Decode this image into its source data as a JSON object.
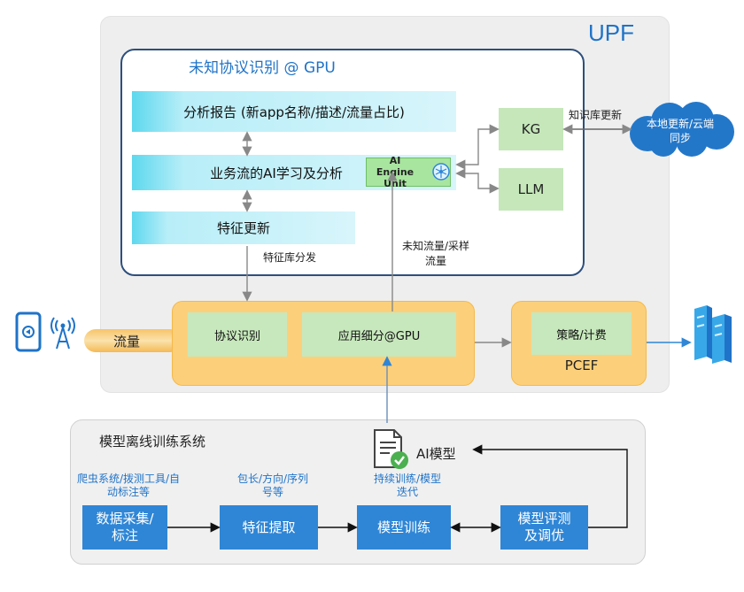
{
  "upf": {
    "title": "UPF",
    "gpu_title": "未知协议识别 @ GPU",
    "report_bar": "分析报告 (新app名称/描述/流量占比)",
    "learn_bar": "业务流的AI学习及分析",
    "feature_bar": "特征更新",
    "ai_engine": "AI Engine Unit",
    "kg": "KG",
    "llm": "LLM",
    "kb_update": "知识库更新",
    "cloud": "本地更新/云端同步",
    "feature_dist": "特征库分发",
    "unknown_traffic": "未知流量/采样流量"
  },
  "dataplane": {
    "flow": "流量",
    "protocol_id": "协议识别",
    "app_subdivision": "应用细分@GPU",
    "policy": "策略/计费",
    "pcef": "PCEF"
  },
  "training": {
    "title": "模型离线训练系统",
    "ai_model": "AI模型",
    "collect_note": "爬虫系统/拨测工具/自动标注等",
    "extract_note": "包长/方向/序列号等",
    "train_note": "持续训练/模型迭代",
    "collect": "数据采集/标注",
    "extract": "特征提取",
    "train": "模型训练",
    "eval": "模型评测及调优"
  },
  "icons": [
    "phone-icon",
    "antenna-icon",
    "cloud-icon",
    "brain-icon",
    "document-check-icon",
    "server-icon"
  ],
  "colors": {
    "accent_blue": "#1f73c8",
    "box_blue": "#2f86d6",
    "cyan": "#5dd8ee",
    "green": "#c7e8bc",
    "orange": "#fcd07a"
  }
}
